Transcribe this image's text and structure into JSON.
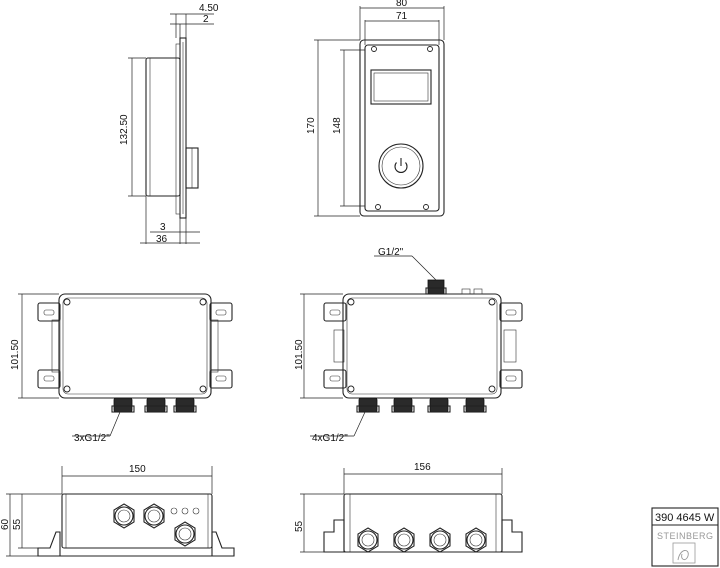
{
  "front_view": {
    "dims": {
      "width_outer": "80",
      "width_inner": "71",
      "height_outer": "170",
      "height_inner": "148"
    }
  },
  "side_view": {
    "dims": {
      "top_total": "4.50",
      "top_plate": "2",
      "height": "132.50",
      "bottom_small": "3",
      "bottom_depth": "36"
    }
  },
  "box_left": {
    "dims": {
      "height": "101.50"
    },
    "connections_label": "3xG1/2\""
  },
  "box_right": {
    "dims": {
      "height": "101.50"
    },
    "top_connection_label": "G1/2\"",
    "connections_label": "4xG1/2\""
  },
  "bottom_left": {
    "dims": {
      "width": "150",
      "height_outer": "60",
      "height_inner": "55"
    }
  },
  "bottom_right": {
    "dims": {
      "width": "156",
      "height": "55"
    }
  },
  "title_block": {
    "article_number": "390 4645 W",
    "brand": "STEINBERG"
  }
}
